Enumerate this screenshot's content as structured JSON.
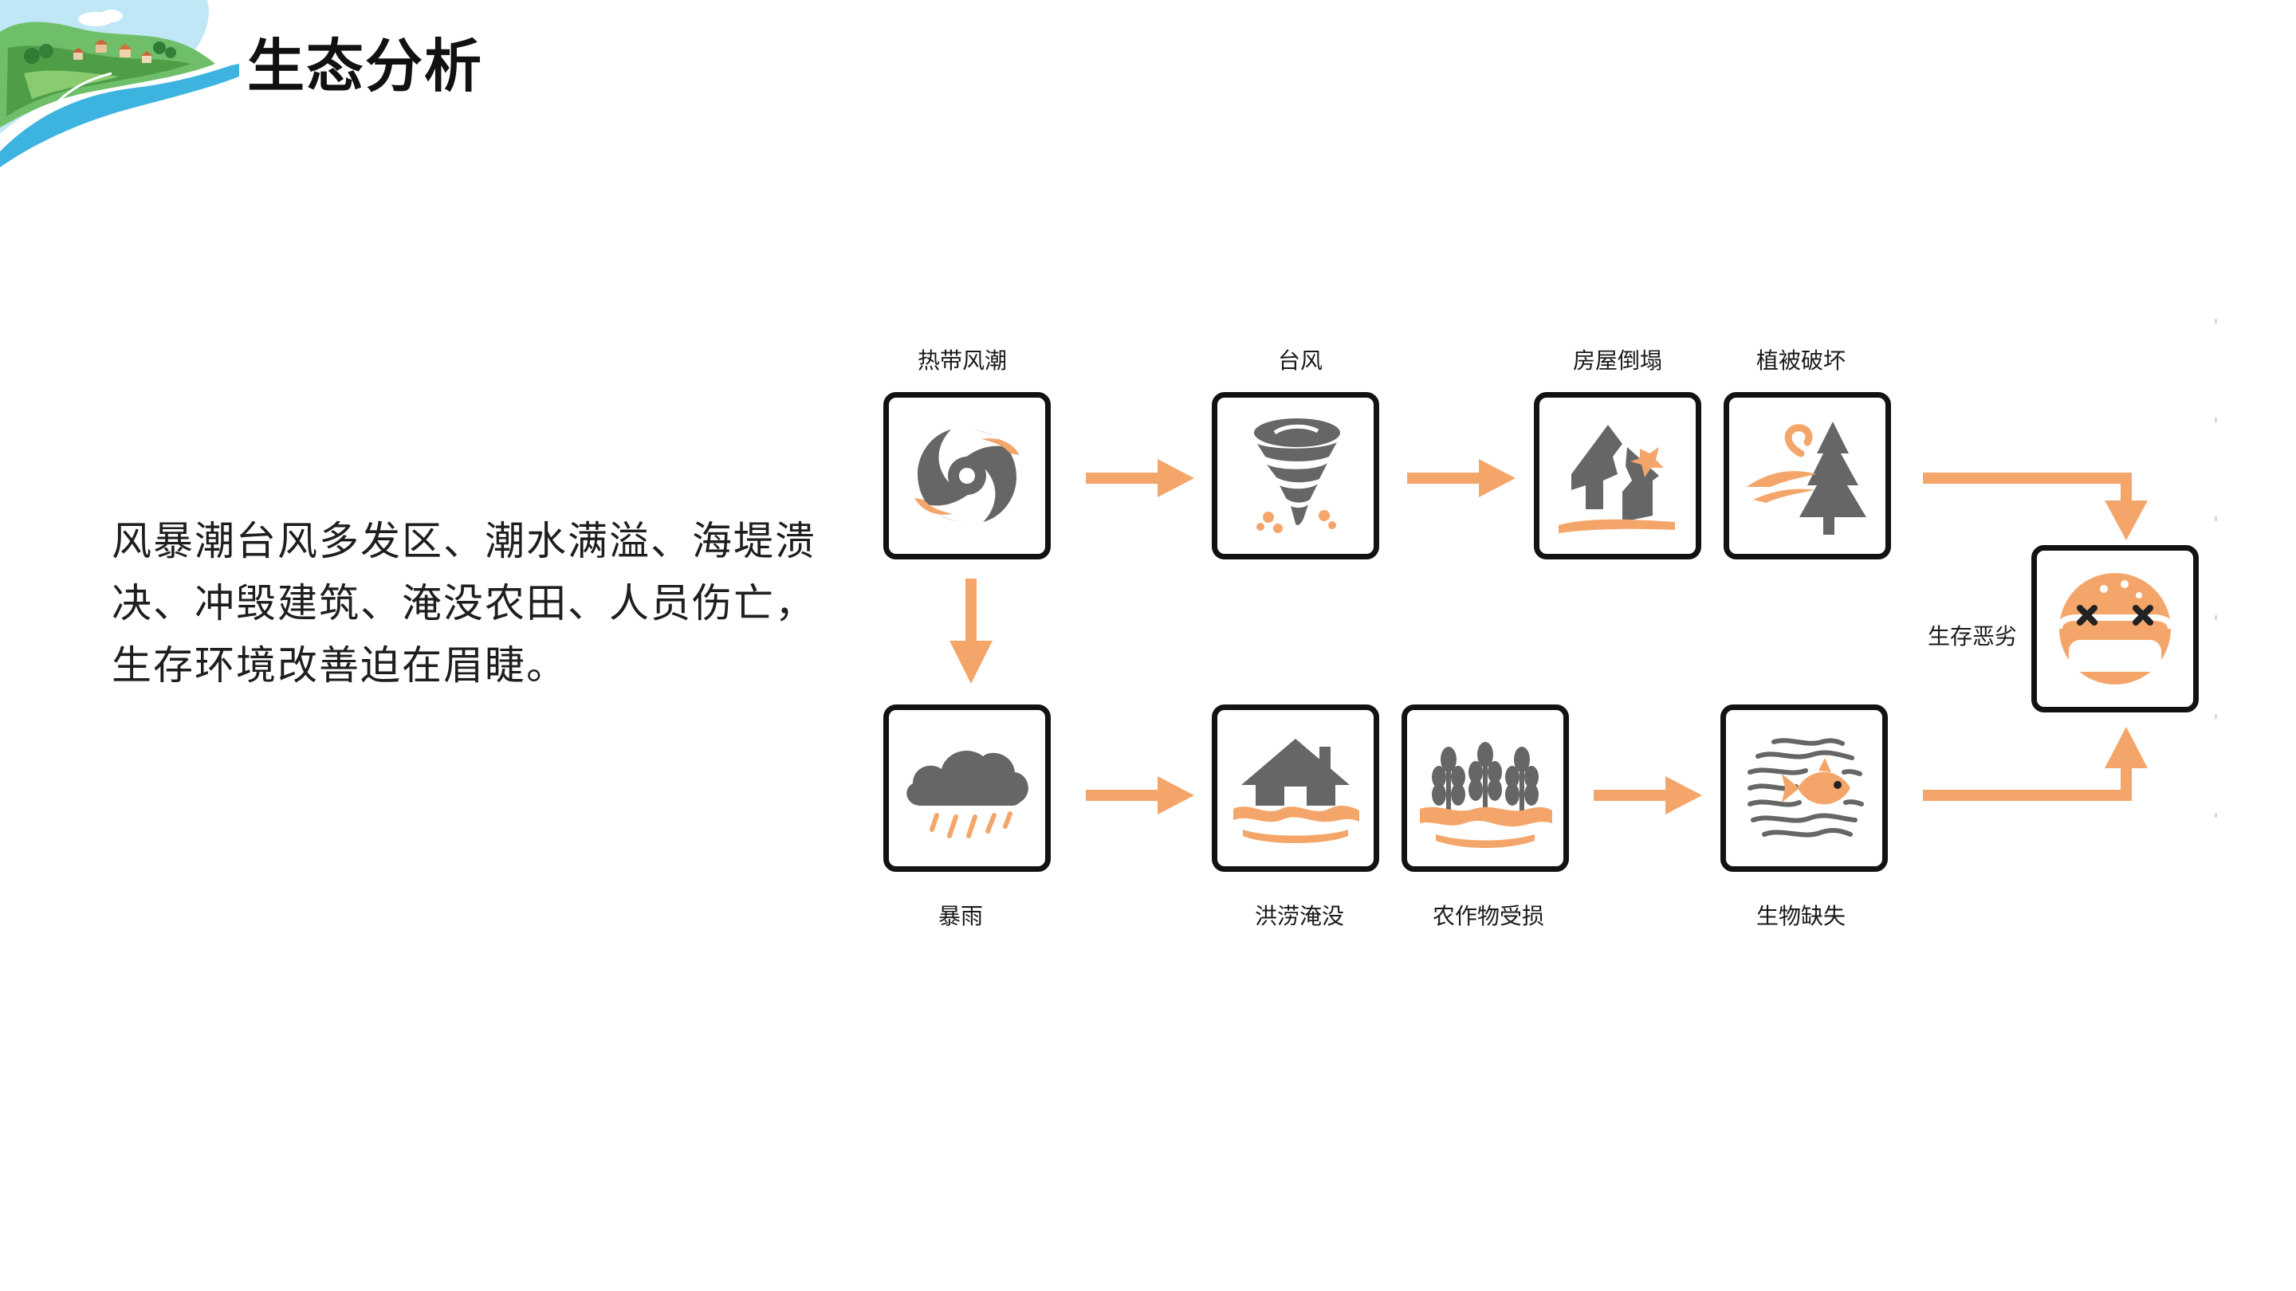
{
  "header": {
    "title": "生态分析"
  },
  "description": "风暴潮台风多发区、潮水满溢、海堤溃决、冲毁建筑、淹没农田、人员伤亡，生存环境改善迫在眉睫。",
  "diagram": {
    "nodes": {
      "tropical_storm": "热带风潮",
      "typhoon": "台风",
      "house_collapse": "房屋倒塌",
      "vegetation_damage": "植被破坏",
      "poor_survival": "生存恶劣",
      "rainstorm": "暴雨",
      "flood": "洪涝淹没",
      "crop_damage": "农作物受损",
      "biodiversity_loss": "生物缺失"
    }
  },
  "colors": {
    "accent": "#F4A66A",
    "icon_gray": "#666666",
    "border": "#121212"
  },
  "icons": [
    "hurricane-icon",
    "tornado-icon",
    "collapsed-house-icon",
    "damaged-tree-icon",
    "masked-face-icon",
    "rain-cloud-icon",
    "flooded-house-icon",
    "damaged-crops-icon",
    "fish-icon"
  ]
}
